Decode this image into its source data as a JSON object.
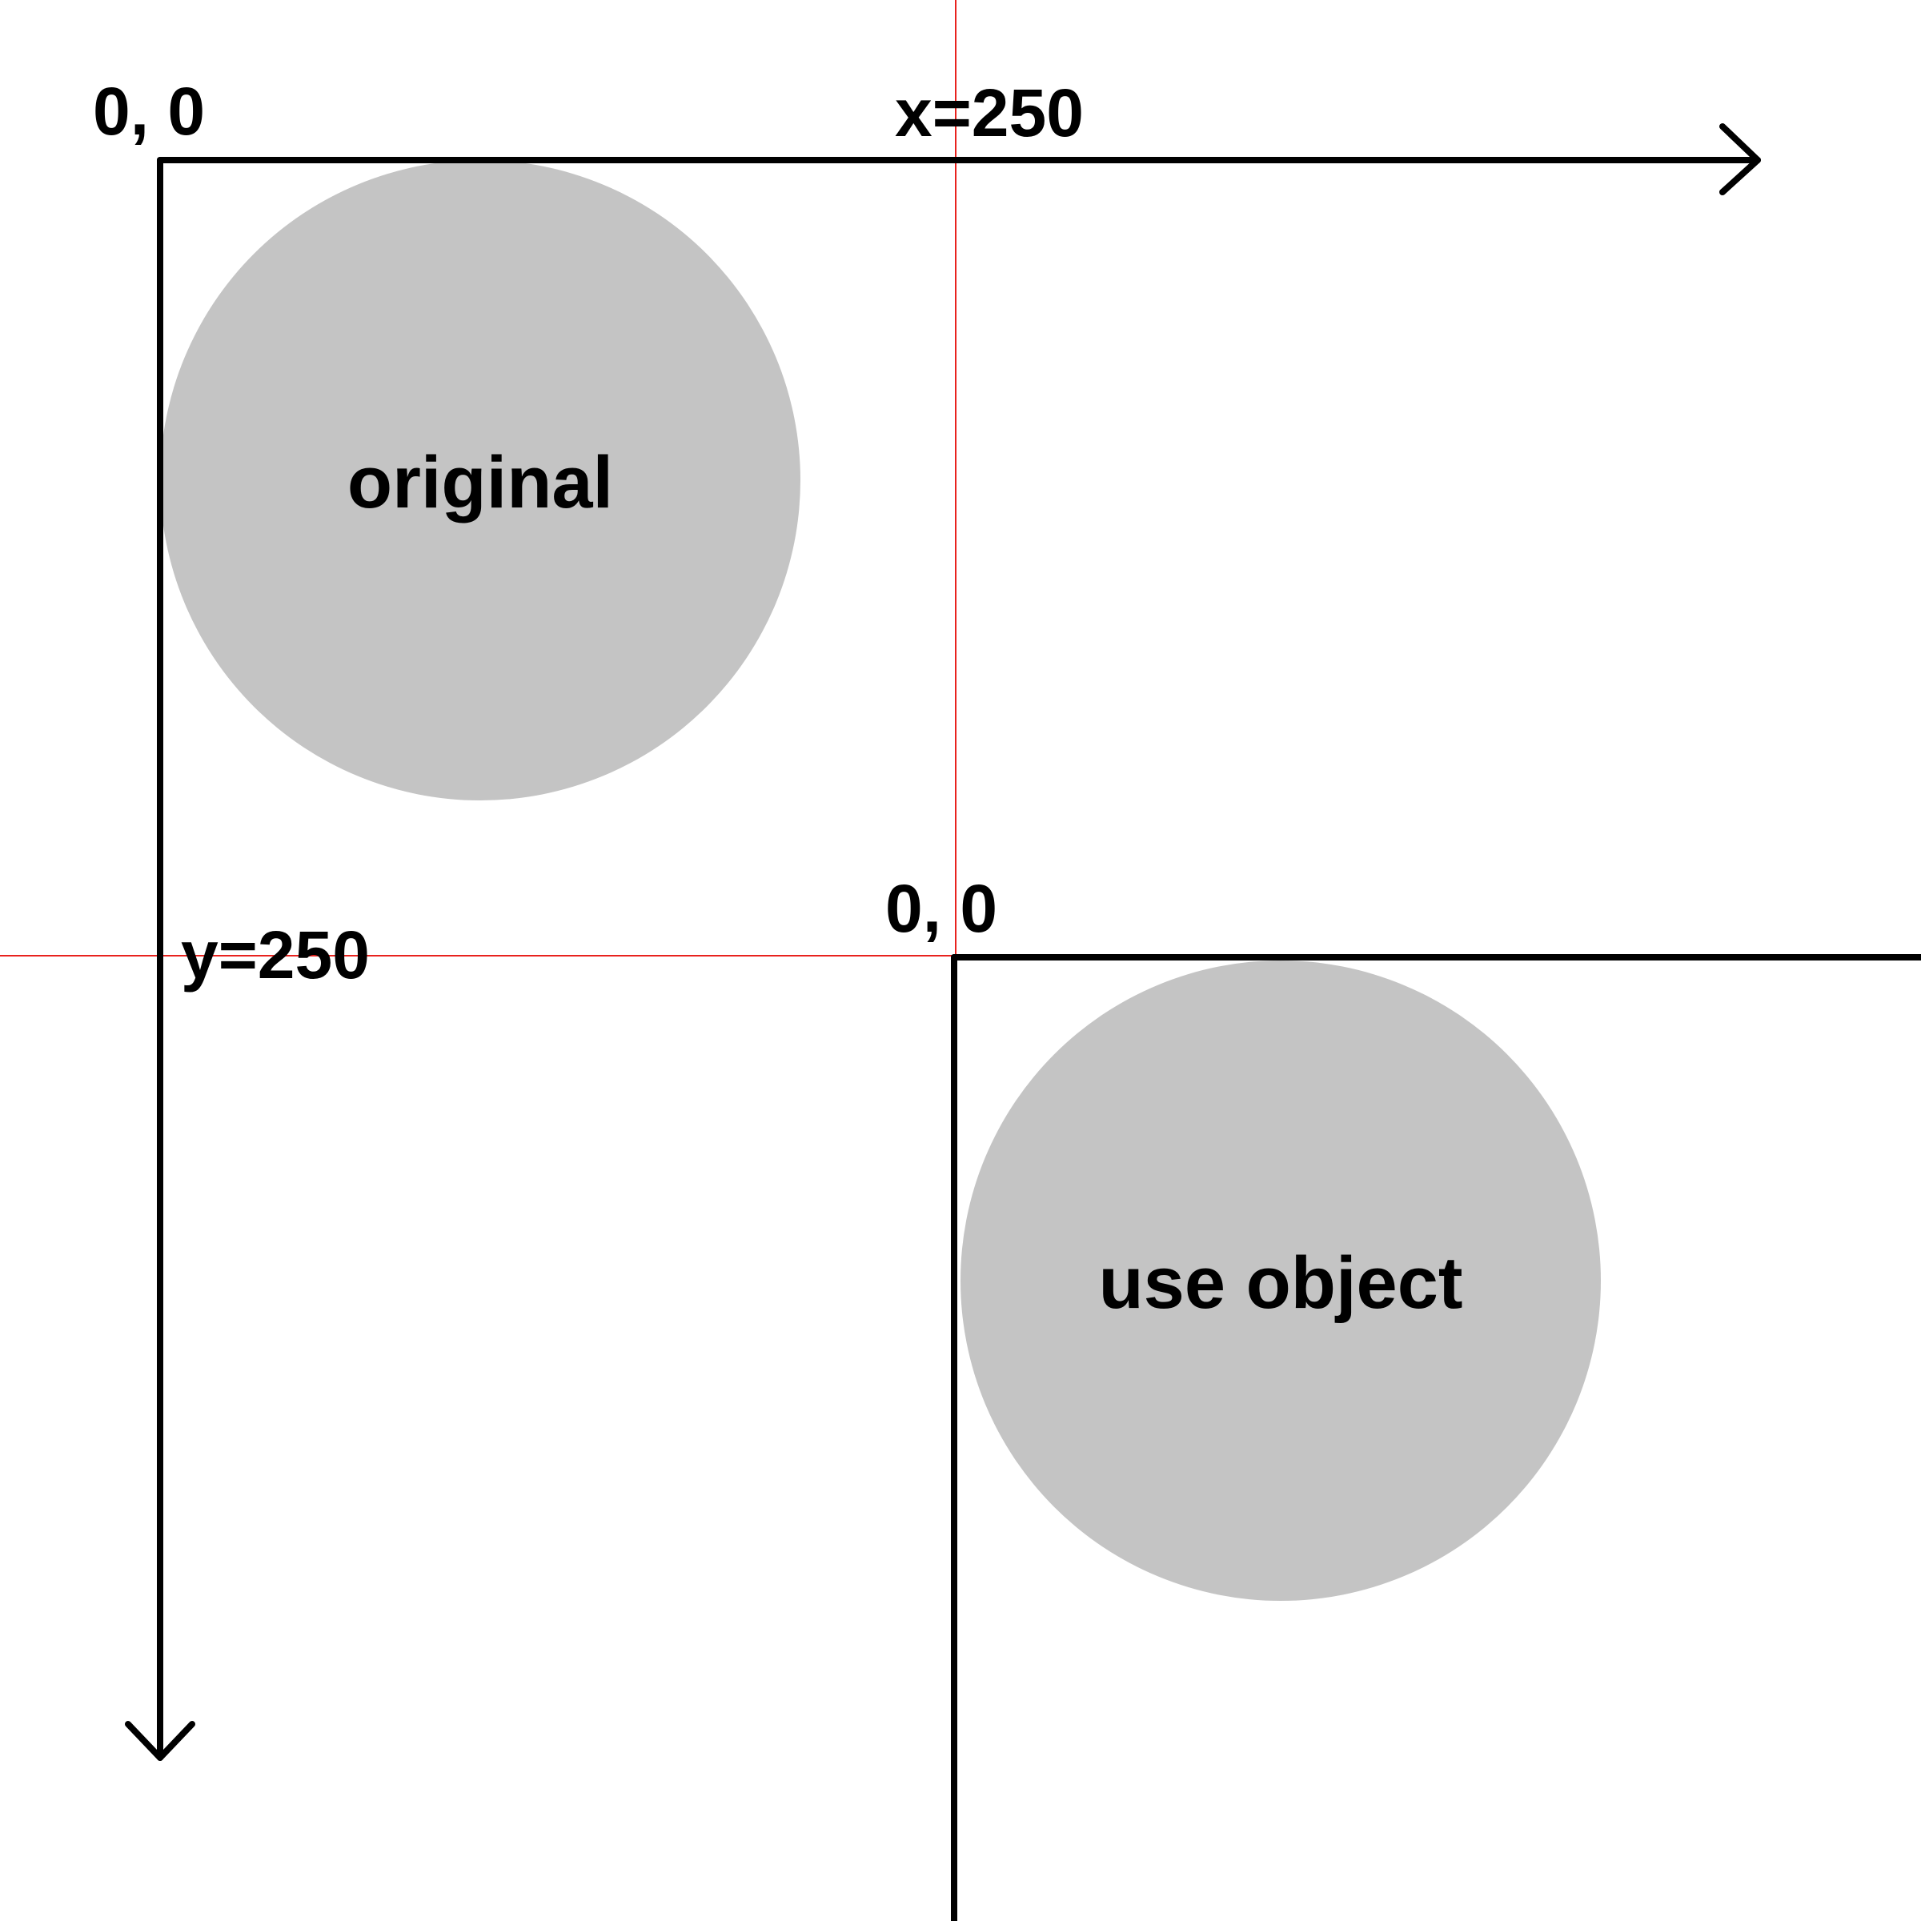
{
  "colors": {
    "background": "#ffffff",
    "axis": "#000000",
    "guide": "#e8221e",
    "circle_fill": "#c4c4c4",
    "text": "#000000"
  },
  "original": {
    "origin_label": "0, 0",
    "circle_label": "original"
  },
  "guides": {
    "x_label": "x=250",
    "y_label": "y=250"
  },
  "use_object": {
    "origin_label": "0, 0",
    "circle_label": "use object"
  }
}
